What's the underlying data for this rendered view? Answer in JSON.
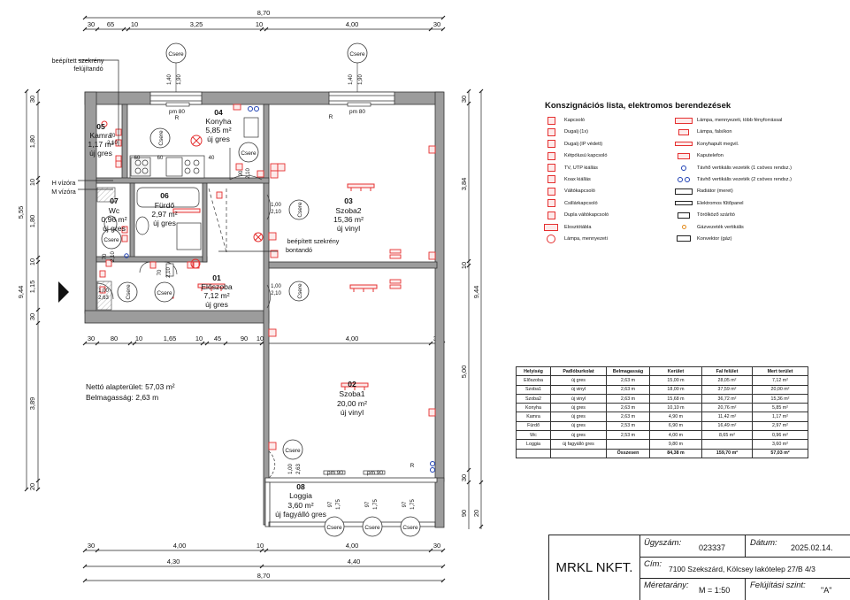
{
  "dimensions": {
    "top_total": "8,70",
    "top_segments": [
      "30",
      "65",
      "10",
      "3,25",
      "10",
      "4,00",
      "30"
    ],
    "mid_segments": [
      "30",
      "80",
      "10",
      "1,65",
      "10",
      "45",
      "90",
      "10",
      "4,00",
      "30"
    ],
    "bottom_segments_1": [
      "30",
      "4,00",
      "10",
      "4,00",
      "30"
    ],
    "bottom_total_1": "4,30",
    "bottom_total_2": "4,40",
    "bottom_total": "8,70",
    "left_total": "9,44",
    "left_segments": [
      "30",
      "1,80",
      "10",
      "1,80",
      "10",
      "1,15",
      "30",
      "3,89",
      "20"
    ],
    "left_inner": "5,55",
    "right_total": "9,44",
    "right_segments": [
      "30",
      "3,84",
      "10",
      "5,00",
      "30",
      "90"
    ],
    "right_extra": "20"
  },
  "annotations": {
    "wardrobe_top_1": "beépített szekrény",
    "wardrobe_top_2": "felújítandó",
    "wardrobe_mid_1": "beépített szekrény",
    "wardrobe_mid_2": "bontandó",
    "h_vizora": "H vízóra",
    "m_vizora": "M vízóra",
    "net_area": "Nettó alapterület: 57,03 m²",
    "room_height": "Belmagasság: 2,63 m",
    "csere": "Csere",
    "pm80": "pm 80",
    "pm90": "pm 90",
    "r": "R"
  },
  "rooms": [
    {
      "num": "05",
      "name": "Kamra",
      "area": "1,17 m²",
      "floor": "új gres"
    },
    {
      "num": "04",
      "name": "Konyha",
      "area": "5,85 m²",
      "floor": "új gres"
    },
    {
      "num": "03",
      "name": "Szoba2",
      "area": "15,36 m²",
      "floor": "új vinyl"
    },
    {
      "num": "07",
      "name": "Wc",
      "area": "0,96 m²",
      "floor": "új gres"
    },
    {
      "num": "06",
      "name": "Fürdő",
      "area": "2,97 m²",
      "floor": "új gres"
    },
    {
      "num": "01",
      "name": "Előszoba",
      "area": "7,12 m²",
      "floor": "új gres"
    },
    {
      "num": "02",
      "name": "Szoba1",
      "area": "20,00 m²",
      "floor": "új vinyl"
    },
    {
      "num": "08",
      "name": "Loggia",
      "area": "3,60 m²",
      "floor": "új fagyálló gres"
    }
  ],
  "legend": {
    "title": "Konszignációs lista, elektromos berendezések",
    "left": [
      "Kapcsoló",
      "Dugalj (1x)",
      "Dugalj (IP védett)",
      "Kétpólusú kapcsoló",
      "TV, UTP kiállás",
      "Koax kiállás",
      "Váltókapcsoló",
      "Csillárkapcsoló",
      "Dupla váltókapcsoló",
      "Elosztótábla",
      "Lámpa, mennyezeti"
    ],
    "right": [
      "Lámpa, mennyezeti, több fényforrással",
      "Lámpa, falsíkon",
      "Konyhapult megvil.",
      "Kaputelefon",
      "Távhő vertikális vezeték (1 csöves rendsz.)",
      "Távhő vertikális vezeték (2 csöves rendsz.)",
      "Radiátor (meret)",
      "Elektromos fűtőpanel",
      "Törölköző szárító",
      "Gázvezeték vertikális",
      "Konvektor (gáz)"
    ]
  },
  "room_table": {
    "headers": [
      "Helyiség",
      "Padlóburkolat",
      "Belmagasság",
      "Kerület",
      "Fal felület",
      "Mert terület"
    ],
    "rows": [
      [
        "Előszoba",
        "új gres",
        "2,63 m",
        "15,00 m",
        "28,05 m²",
        "7,12 m²"
      ],
      [
        "Szoba1",
        "új vinyl",
        "2,63 m",
        "18,00 m",
        "37,59 m²",
        "20,00 m²"
      ],
      [
        "Szoba2",
        "új vinyl",
        "2,63 m",
        "15,68 m",
        "36,72 m²",
        "15,36 m²"
      ],
      [
        "Konyha",
        "új gres",
        "2,63 m",
        "10,10 m",
        "20,76 m²",
        "5,85 m²"
      ],
      [
        "Kamra",
        "új gres",
        "2,63 m",
        "4,90 m",
        "11,42 m²",
        "1,17 m²"
      ],
      [
        "Fürdő",
        "új gres",
        "2,53 m",
        "6,90 m",
        "16,49 m²",
        "2,97 m²"
      ],
      [
        "Wc",
        "új gres",
        "2,53 m",
        "4,00 m",
        "8,65 m²",
        "0,96 m²"
      ],
      [
        "Loggia",
        "új fagyálló gres",
        "",
        "9,80 m",
        "",
        "3,60 m²"
      ]
    ],
    "total_label": "Összesen",
    "total_perimeter": "84,38 m",
    "total_wall": "159,70 m²",
    "total_area": "57,03 m²"
  },
  "title_block": {
    "company": "MRKL NKFT.",
    "ugyszam_label": "Ügyszám:",
    "ugyszam": "023337",
    "datum_label": "Dátum:",
    "datum": "2025.02.14.",
    "cim_label": "Cím:",
    "cim": "7100 Szekszárd, Kölcsey lakótelep 27/B 4/3",
    "meretarany_label": "Méretarány:",
    "meretarany": "M = 1:50",
    "felujitasi_label": "Felújítási szint:",
    "felujitasi": "\"A\""
  }
}
